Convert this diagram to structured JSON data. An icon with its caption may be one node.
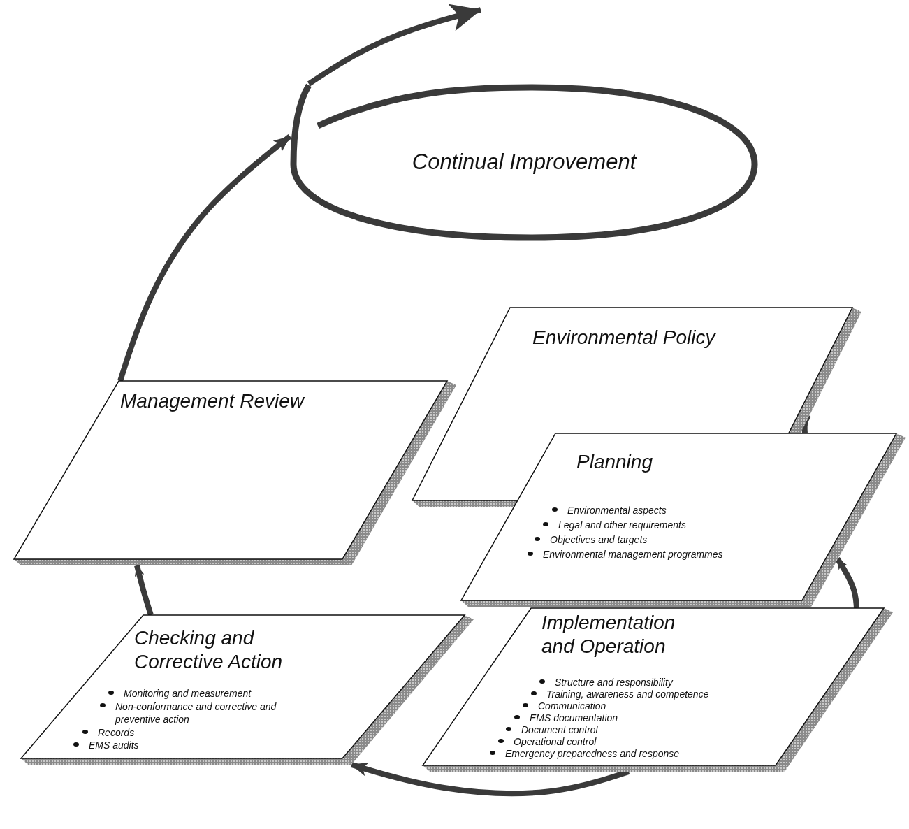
{
  "diagram": {
    "nodes": [
      {
        "text": [
          "Continual Improvement"
        ]
      },
      {
        "text": [
          "Environmental Policy"
        ]
      },
      {
        "text": [
          "Planning",
          "Environmental aspects",
          "Legal and other requirements",
          "Objectives and targets",
          "Environmental management programmes"
        ]
      },
      {
        "text": [
          "Implementation and Operation",
          "Structure and responsibility",
          "Training, awareness and competence",
          "Communication",
          "EMS documentation",
          "Document control",
          "Operational control",
          "Emergency preparedness and response"
        ]
      },
      {
        "text": [
          "Checking and Corrective Action",
          "Monitoring and measurement",
          "Non-conformance and corrective and preventive action",
          "Records",
          "EMS audits"
        ]
      },
      {
        "text": [
          "Management Review"
        ]
      }
    ],
    "edges": [
      {
        "from": 2,
        "to": 1,
        "arrow": "to"
      },
      {
        "from": 3,
        "to": 2,
        "arrow": "to"
      },
      {
        "from": 3,
        "to": 4,
        "arrow": "to"
      },
      {
        "from": 4,
        "to": 5,
        "arrow": "to"
      },
      {
        "from": 5,
        "to": 0,
        "arrow": "to"
      },
      {
        "from": 0,
        "to": null,
        "arrow": "to"
      }
    ]
  }
}
